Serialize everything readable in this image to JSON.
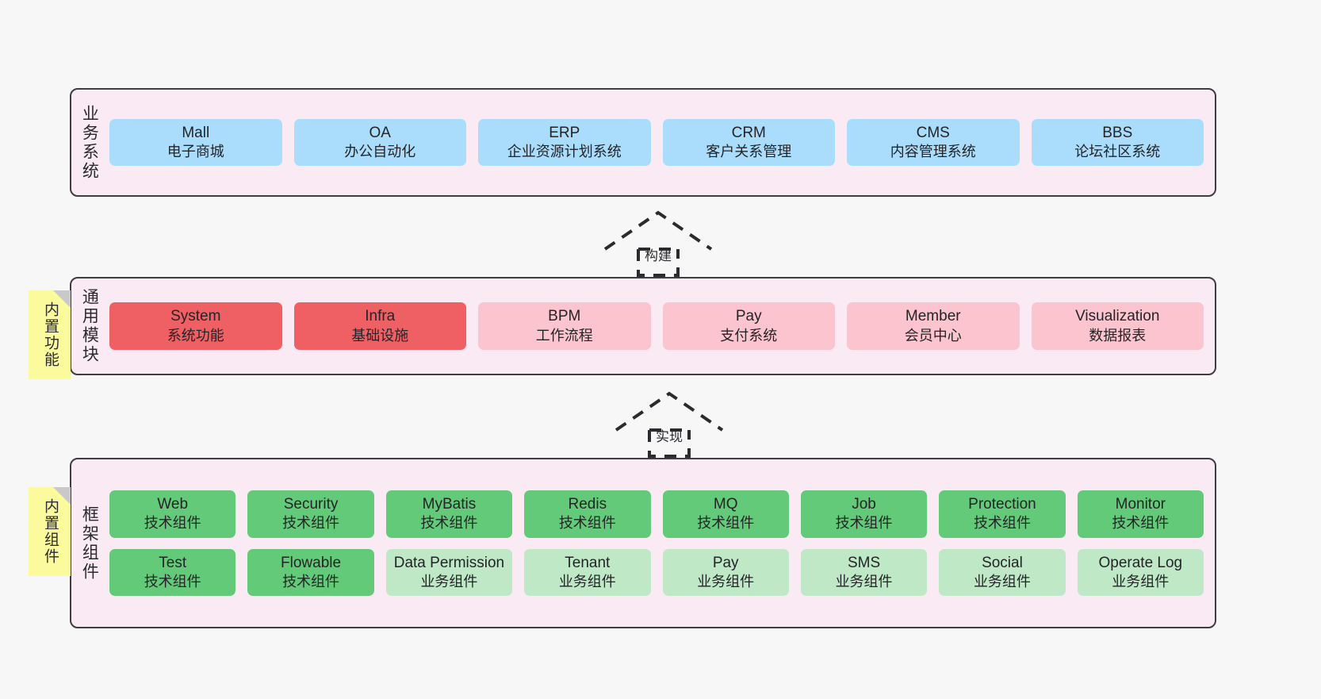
{
  "layers": [
    {
      "id": "business",
      "title": "业务系统",
      "rows": [
        [
          {
            "en": "Mall",
            "cn": "电子商城",
            "style": "p-blue"
          },
          {
            "en": "OA",
            "cn": "办公自动化",
            "style": "p-blue"
          },
          {
            "en": "ERP",
            "cn": "企业资源计划系统",
            "style": "p-blue"
          },
          {
            "en": "CRM",
            "cn": "客户关系管理",
            "style": "p-blue"
          },
          {
            "en": "CMS",
            "cn": "内容管理系统",
            "style": "p-blue"
          },
          {
            "en": "BBS",
            "cn": "论坛社区系统",
            "style": "p-blue"
          }
        ]
      ]
    },
    {
      "id": "common",
      "title": "通用模块",
      "note": "内置功能",
      "rows": [
        [
          {
            "en": "System",
            "cn": "系统功能",
            "style": "p-red"
          },
          {
            "en": "Infra",
            "cn": "基础设施",
            "style": "p-red"
          },
          {
            "en": "BPM",
            "cn": "工作流程",
            "style": "p-pink"
          },
          {
            "en": "Pay",
            "cn": "支付系统",
            "style": "p-pink"
          },
          {
            "en": "Member",
            "cn": "会员中心",
            "style": "p-pink"
          },
          {
            "en": "Visualization",
            "cn": "数据报表",
            "style": "p-pink"
          }
        ]
      ]
    },
    {
      "id": "framework",
      "title": "框架组件",
      "note": "内置组件",
      "rows": [
        [
          {
            "en": "Web",
            "cn": "技术组件",
            "style": "p-green"
          },
          {
            "en": "Security",
            "cn": "技术组件",
            "style": "p-green"
          },
          {
            "en": "MyBatis",
            "cn": "技术组件",
            "style": "p-green"
          },
          {
            "en": "Redis",
            "cn": "技术组件",
            "style": "p-green"
          },
          {
            "en": "MQ",
            "cn": "技术组件",
            "style": "p-green"
          },
          {
            "en": "Job",
            "cn": "技术组件",
            "style": "p-green"
          },
          {
            "en": "Protection",
            "cn": "技术组件",
            "style": "p-green"
          },
          {
            "en": "Monitor",
            "cn": "技术组件",
            "style": "p-green"
          }
        ],
        [
          {
            "en": "Test",
            "cn": "技术组件",
            "style": "p-green"
          },
          {
            "en": "Flowable",
            "cn": "技术组件",
            "style": "p-green"
          },
          {
            "en": "Data Permission",
            "cn": "业务组件",
            "style": "p-lightgreen"
          },
          {
            "en": "Tenant",
            "cn": "业务组件",
            "style": "p-lightgreen"
          },
          {
            "en": "Pay",
            "cn": "业务组件",
            "style": "p-lightgreen"
          },
          {
            "en": "SMS",
            "cn": "业务组件",
            "style": "p-lightgreen"
          },
          {
            "en": "Social",
            "cn": "业务组件",
            "style": "p-lightgreen"
          },
          {
            "en": "Operate Log",
            "cn": "业务组件",
            "style": "p-lightgreen"
          }
        ]
      ]
    }
  ],
  "connectors": [
    {
      "id": "build",
      "label": "构建"
    },
    {
      "id": "implement",
      "label": "实现"
    }
  ],
  "colors": {
    "background": "#f7f7f7",
    "panel_fill": "#f9eaf4",
    "panel_border": "#3d3d42",
    "blue": "#aaddfb",
    "red": "#ef6064",
    "pink": "#fbc4ce",
    "green": "#63ca79",
    "light_green": "#bfe8c7",
    "note_yellow": "#fbfa9c",
    "note_fold": "#c9c9c9"
  }
}
